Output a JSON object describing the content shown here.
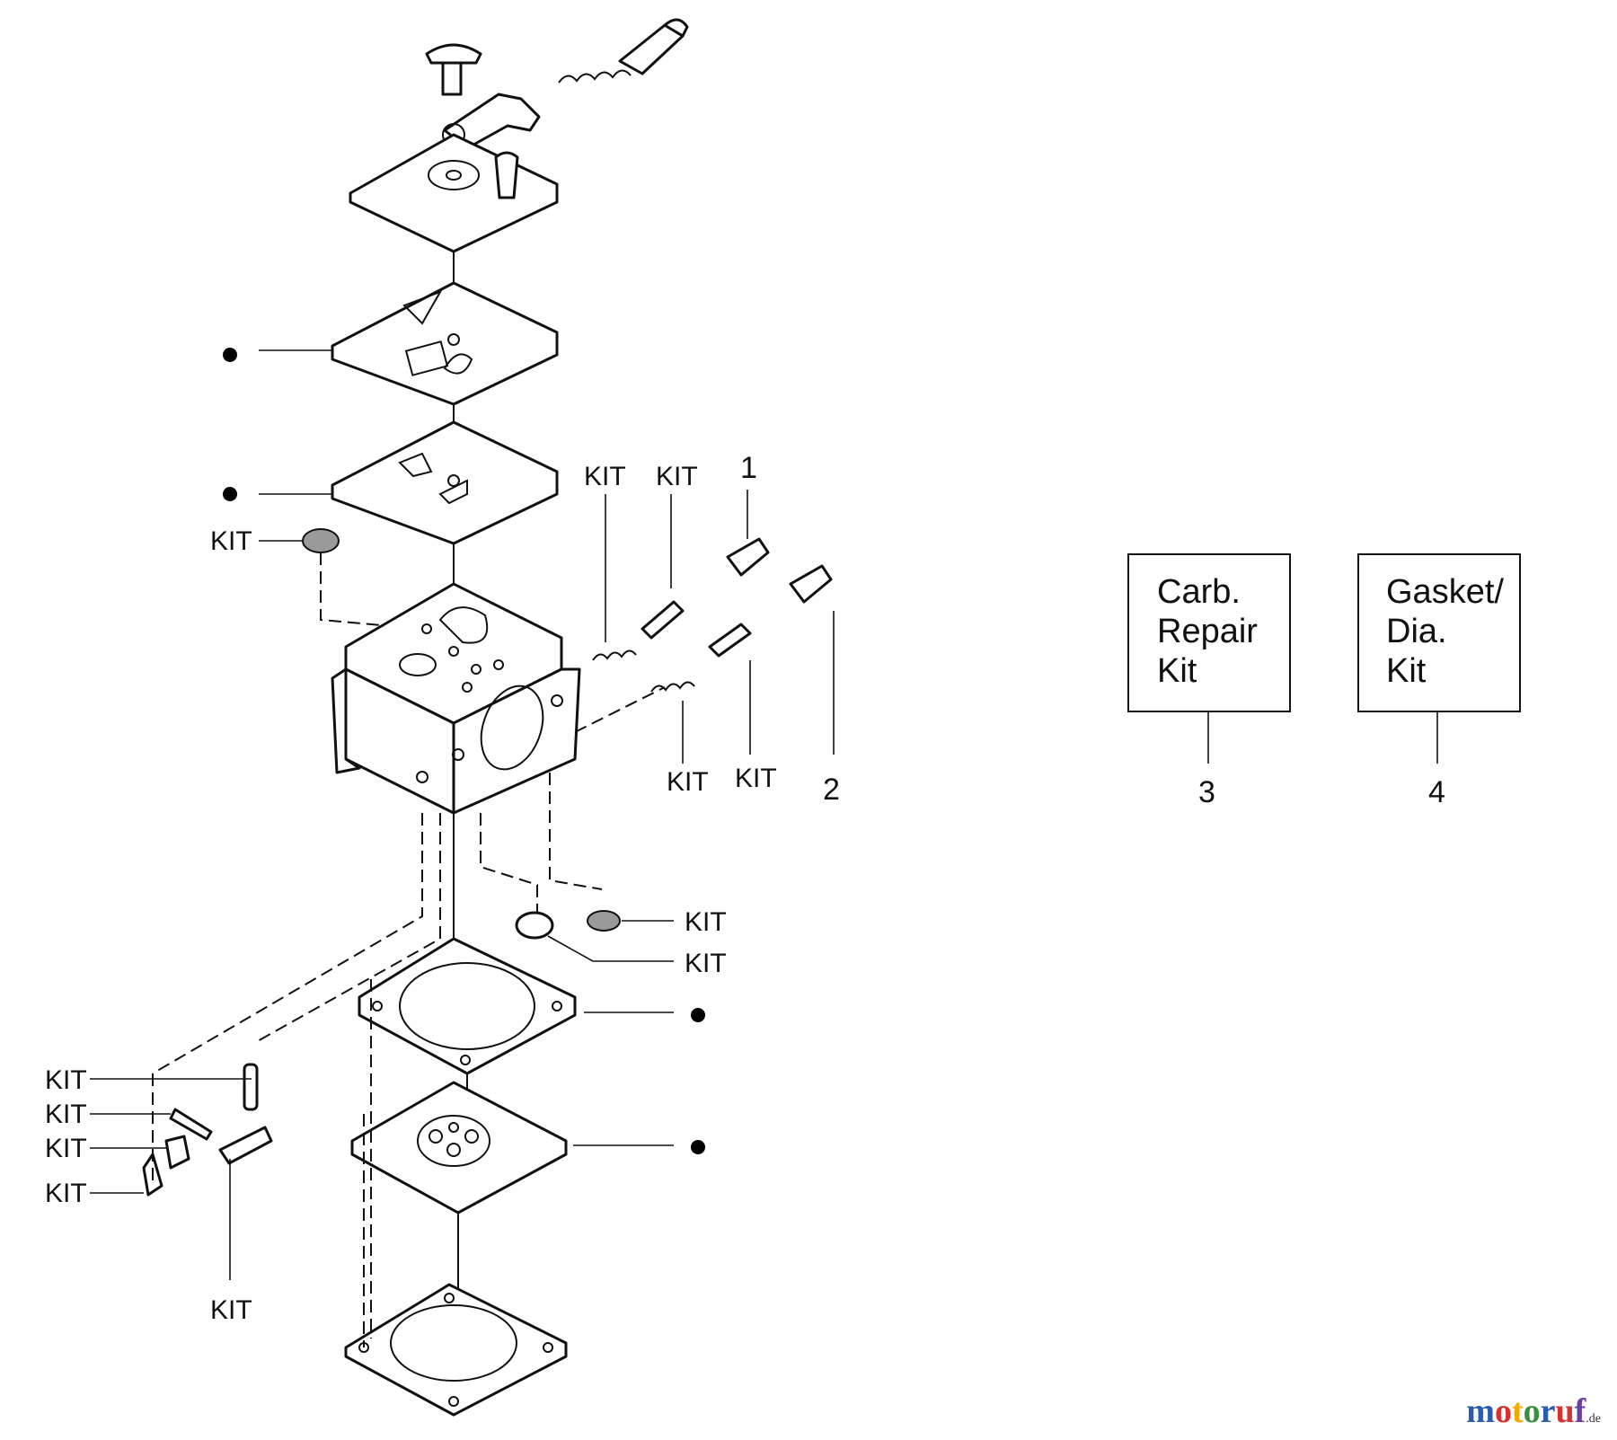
{
  "labels": {
    "kit": "KIT",
    "callout_1": "1",
    "callout_2": "2",
    "callout_3": "3",
    "callout_4": "4"
  },
  "kit_boxes": [
    {
      "lines": [
        "Carb.",
        "Repair",
        "Kit"
      ],
      "callout": "3"
    },
    {
      "lines": [
        "Gasket/",
        "Dia.",
        "Kit"
      ],
      "callout": "4"
    }
  ],
  "logo": {
    "text": "motoruf",
    "suffix": ".de",
    "colors": [
      "#2a5db0",
      "#d8322f",
      "#f2a900",
      "#3b8e3f",
      "#2a5db0",
      "#d8322f",
      "#6a3fa0"
    ]
  }
}
